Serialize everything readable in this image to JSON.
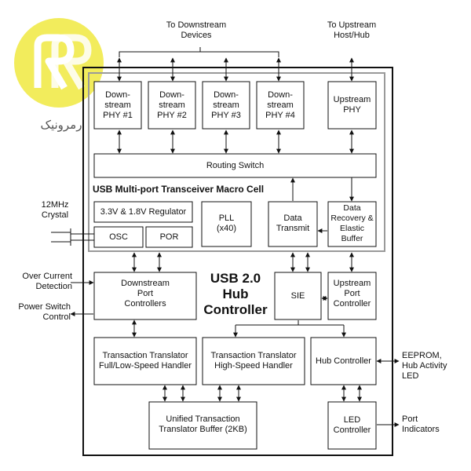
{
  "labels": {
    "to_downstream": "To Downstream\nDevices",
    "to_upstream": "To Upstream\nHost/Hub",
    "phy1": "Down-\nstream\nPHY #1",
    "phy2": "Down-\nstream\nPHY #2",
    "phy3": "Down-\nstream\nPHY #3",
    "phy4": "Down-\nstream\nPHY #4",
    "upstream_phy": "Upstream\nPHY",
    "routing_switch": "Routing Switch",
    "macro_cell": "USB Multi-port Transceiver Macro Cell",
    "regulator": "3.3V & 1.8V Regulator",
    "pll": "PLL\n(x40)",
    "data_transmit": "Data\nTransmit",
    "data_recovery": "Data\nRecovery &\nElastic\nBuffer",
    "crystal": "12MHz\nCrystal",
    "osc": "OSC",
    "por": "POR",
    "over_current": "Over Current\nDetection",
    "power_switch": "Power Switch\nControl",
    "downstream_port_ctrl": "Downstream\nPort\nControllers",
    "usb_hub_controller": "USB 2.0\nHub\nController",
    "sie": "SIE",
    "upstream_port_ctrl": "Upstream\nPort\nController",
    "tt_fl": "Transaction Translator\nFull/Low-Speed Handler",
    "tt_hs": "Transaction Translator\nHigh-Speed Handler",
    "hub_controller": "Hub Controller",
    "eeprom": "EEPROM,\nHub Activity\nLED",
    "tt_buffer": "Unified Transaction\nTranslator Buffer (2KB)",
    "led_controller": "LED\nController",
    "port_indicators": "Port\nIndicators",
    "logo_text": "رمرونیک"
  },
  "colors": {
    "logo_yellow": "#f2ec5c",
    "line": "#111111",
    "macro_border": "#9a9a9a"
  }
}
